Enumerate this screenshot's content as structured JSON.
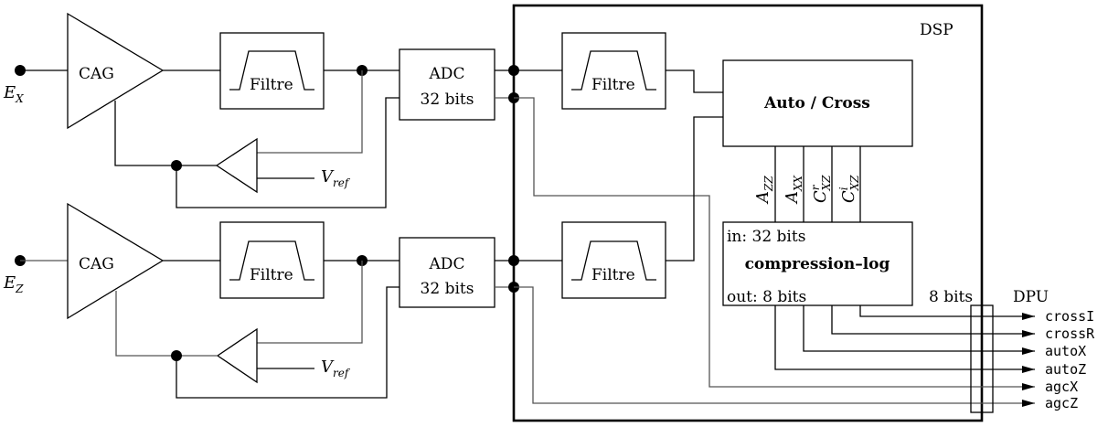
{
  "diagram": {
    "inputs": [
      {
        "symbol": "E",
        "subscript": "X"
      },
      {
        "symbol": "E",
        "subscript": "Z"
      }
    ],
    "agc_label": "CAG",
    "filter_label": "Filtre",
    "vref": {
      "symbol": "V",
      "subscript": "ref"
    },
    "adc": {
      "line1": "ADC",
      "line2": "32 bits"
    },
    "dsp_label": "DSP",
    "auto_cross_label": "Auto / Cross",
    "correlation_signals": [
      {
        "symbol": "A",
        "sup": "",
        "subscript": "ZZ"
      },
      {
        "symbol": "A",
        "sup": "",
        "subscript": "XX"
      },
      {
        "symbol": "C",
        "sup": "r",
        "subscript": "XZ"
      },
      {
        "symbol": "C",
        "sup": "i",
        "subscript": "XZ"
      }
    ],
    "compression": {
      "in_label": "in: 32 bits",
      "title": "compression–log",
      "out_label": "out: 8 bits"
    },
    "bus_width_label": "8 bits",
    "dpu_label": "DPU",
    "outputs": [
      "crossI",
      "crossR",
      "autoX",
      "autoZ",
      "agcX",
      "agcZ"
    ]
  }
}
